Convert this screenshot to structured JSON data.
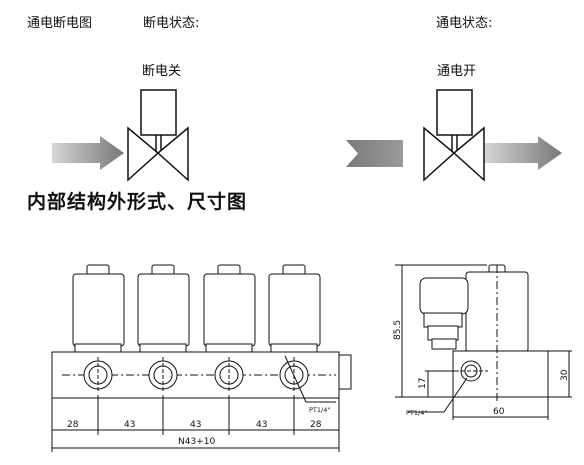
{
  "header": {
    "title": "通电断电图",
    "off_state_label": "断电状态:",
    "on_state_label": "通电状态:",
    "off_caption": "断电关",
    "on_caption": "通电开"
  },
  "section": {
    "title": "内部结构外形式、尺寸图"
  },
  "front_view": {
    "dimensions": [
      "28",
      "43",
      "43",
      "43",
      "28"
    ],
    "overall": "N43+10",
    "port_label": "PT1/4\""
  },
  "side_view": {
    "height": "85.5",
    "offset": "17",
    "body_height": "30",
    "width": "60",
    "port_label": "PT1/4\""
  },
  "colors": {
    "arrow_dark": "#7a7a7a",
    "arrow_light": "#d0d0d0",
    "line": "#111111"
  }
}
